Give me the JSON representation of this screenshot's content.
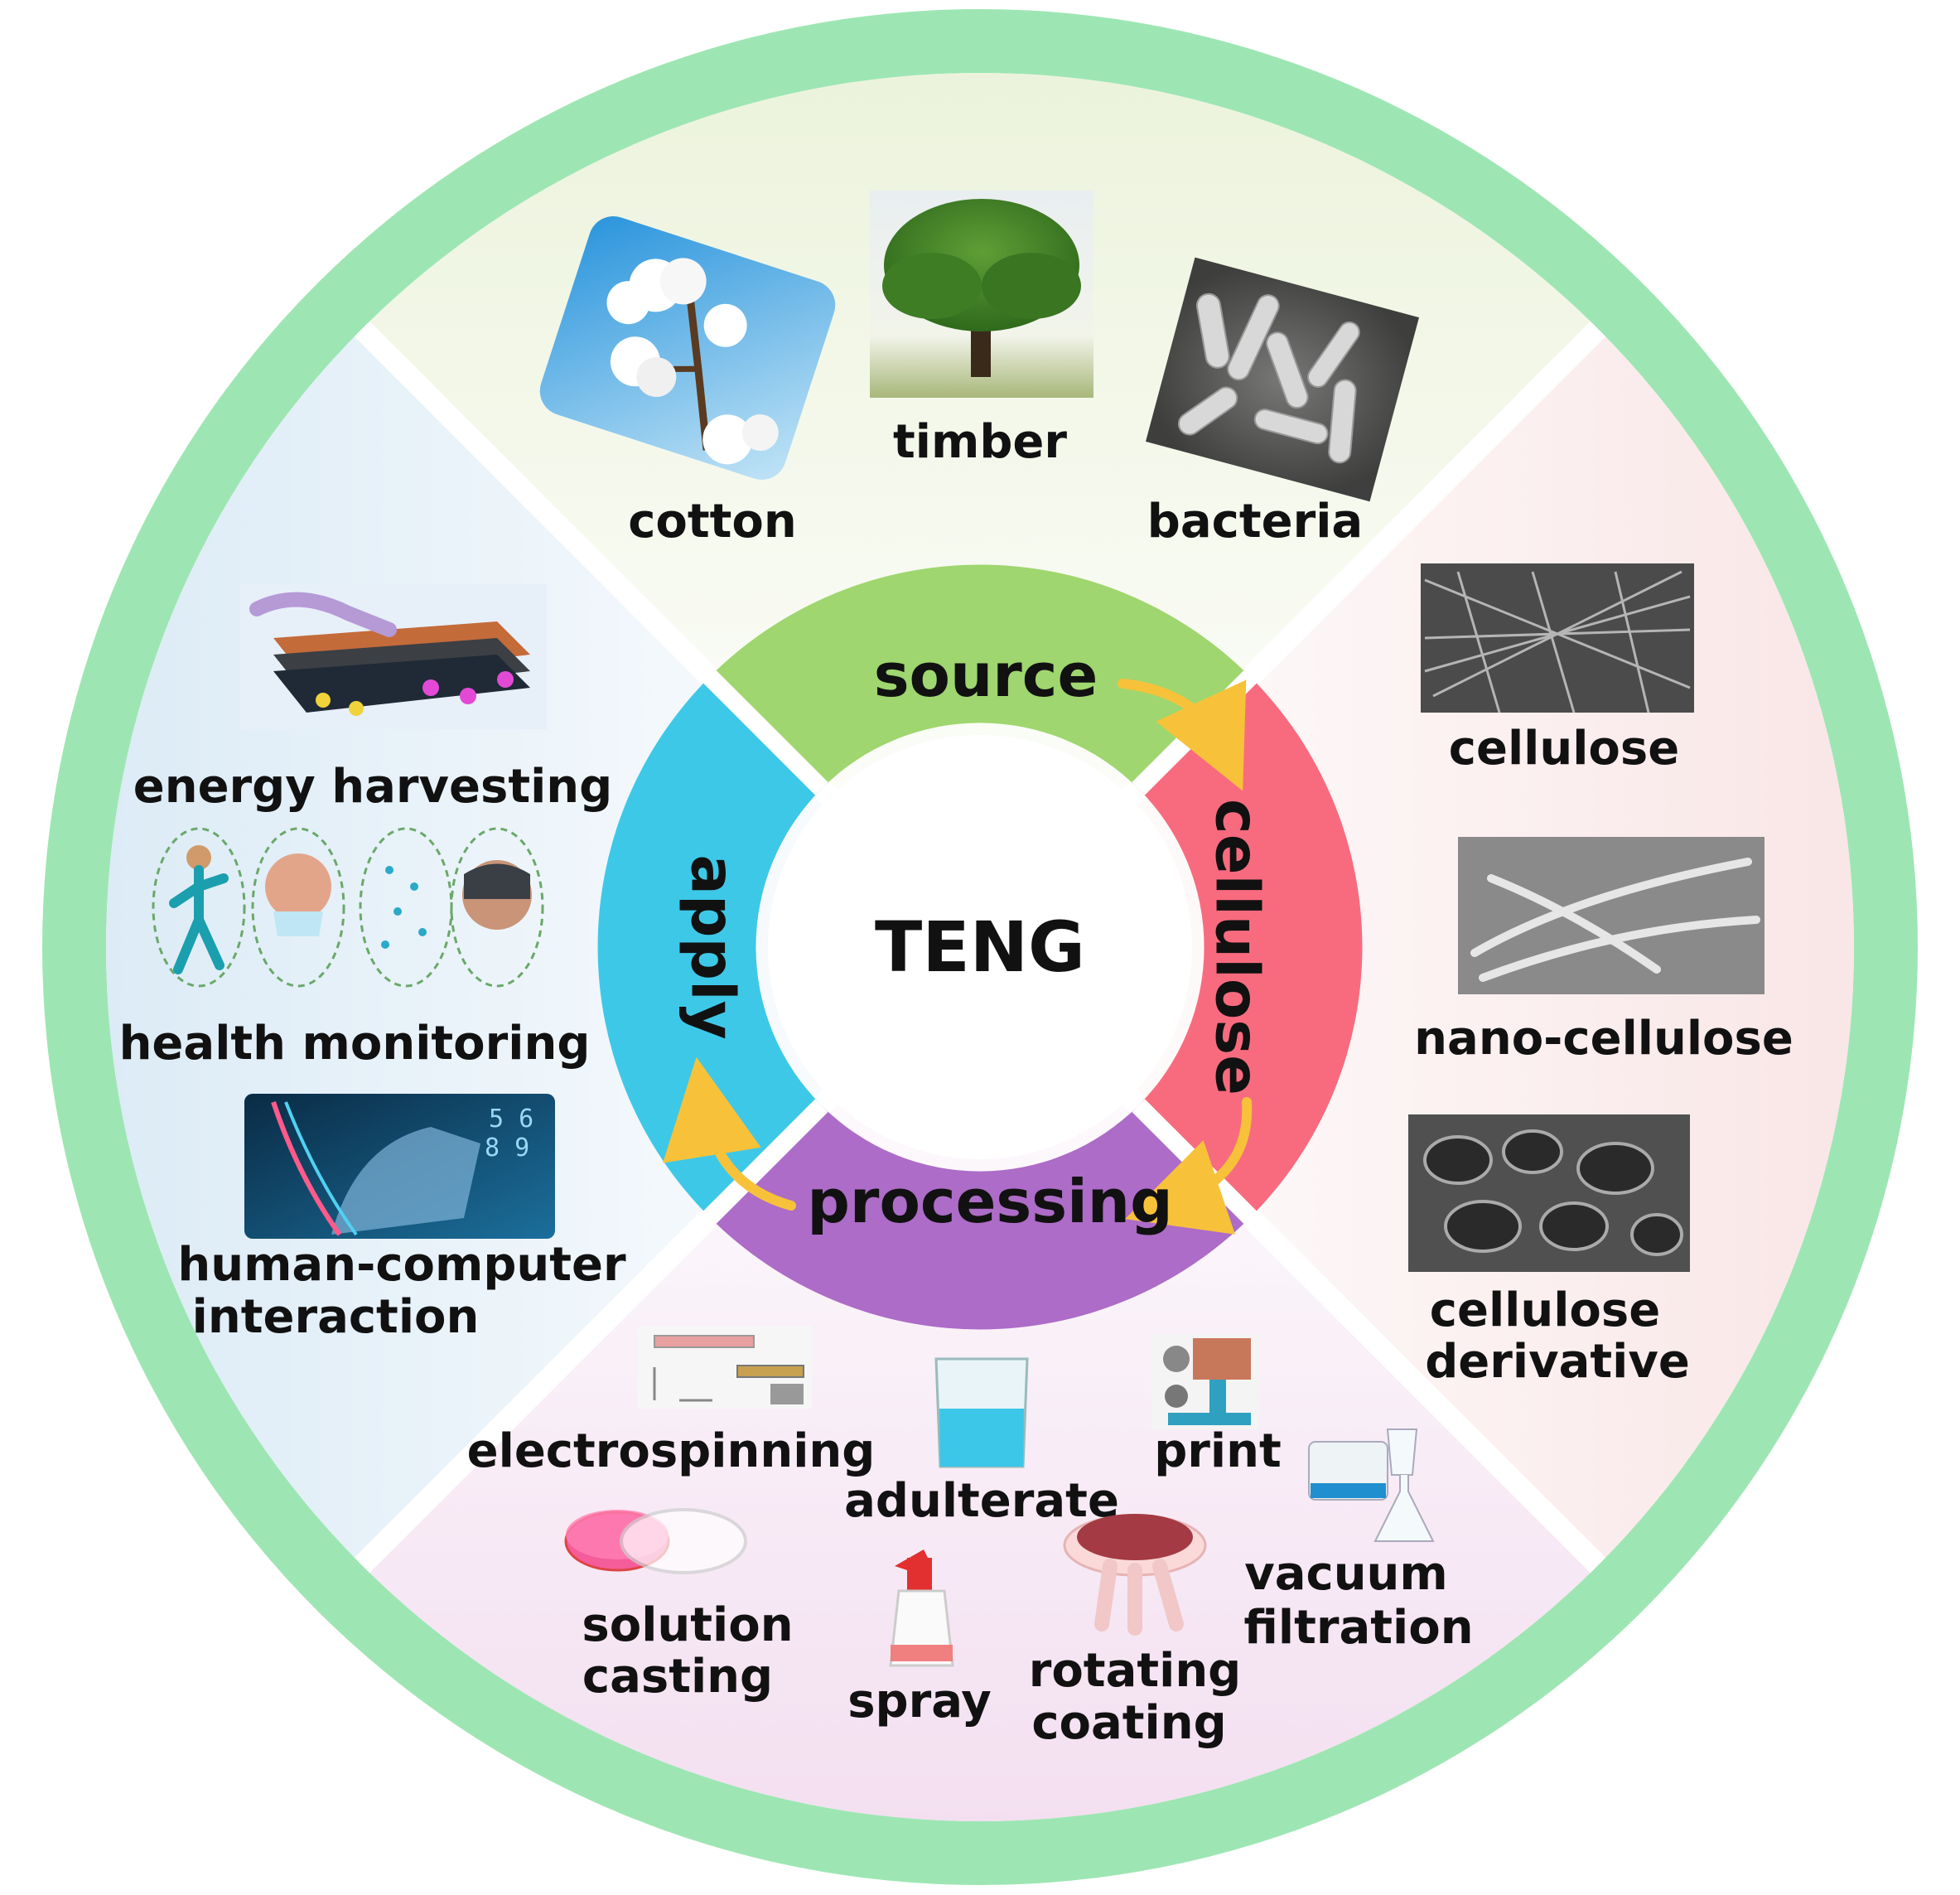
{
  "center": {
    "label": "TENG"
  },
  "ring": {
    "source": "source",
    "cellulose": "cellulose",
    "processing": "processing",
    "apply": "apply"
  },
  "source_items": {
    "cotton": "cotton",
    "timber": "timber",
    "bacteria": "bacteria"
  },
  "cellulose_items": {
    "cellulose": "cellulose",
    "nano": "nano-cellulose",
    "derivative_1": "cellulose",
    "derivative_2": "derivative"
  },
  "processing_items": {
    "electrospinning": "electrospinning",
    "adulterate": "adulterate",
    "print": "print",
    "vacuum_1": "vacuum",
    "vacuum_2": "filtration",
    "solution_1": "solution",
    "solution_2": "casting",
    "spray": "spray",
    "rotating_1": "rotating",
    "rotating_2": "coating"
  },
  "apply_items": {
    "energy": "energy harvesting",
    "health": "health monitoring",
    "hci_1": "human-computer",
    "hci_2": "interaction"
  },
  "colors": {
    "outer_ring": "#9de6b3",
    "source": "#9fd66f",
    "cellulose": "#f86b7f",
    "processing": "#ad6cc7",
    "apply": "#3ec8e8",
    "arrow": "#f7c23a",
    "source_bg": "#eef5e2",
    "cellulose_bg": "#fbeeee",
    "processing_bg": "#f6e9f3",
    "apply_bg": "#e8f1f8"
  }
}
